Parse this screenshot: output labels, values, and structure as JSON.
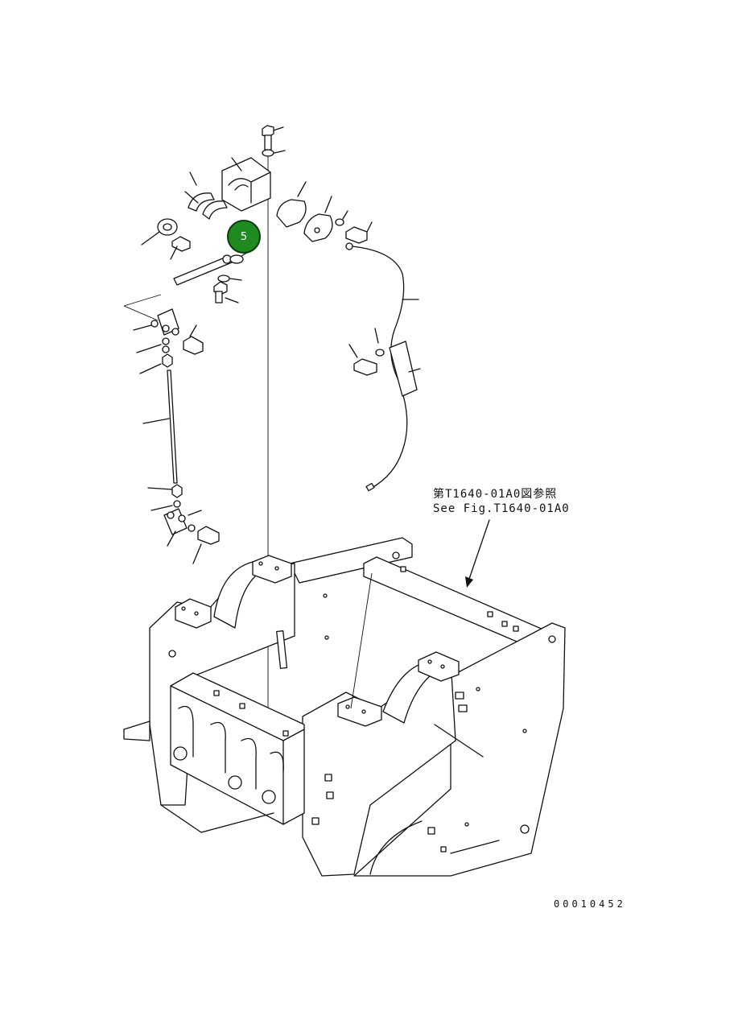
{
  "callout": {
    "number": "5"
  },
  "reference": {
    "line_jp": "第T1640-01A0図参照",
    "line_en": "See Fig.T1640-01A0"
  },
  "drawing_code": "00010452"
}
